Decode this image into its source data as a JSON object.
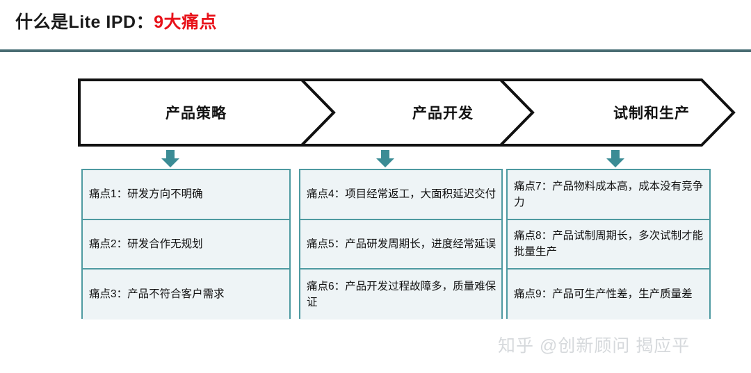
{
  "header": {
    "title_black": "什么是Lite IPD：",
    "title_red": "9大痛点",
    "rule_color": "#4a6d73"
  },
  "process": {
    "accent_color": "#111111",
    "stages": [
      {
        "label": "产品策略"
      },
      {
        "label": "产品开发"
      },
      {
        "label": "试制和生产"
      }
    ]
  },
  "arrows": {
    "color": "#3b8c95",
    "items": [
      {
        "name": "down-arrow-stage-1"
      },
      {
        "name": "down-arrow-stage-2"
      },
      {
        "name": "down-arrow-stage-3"
      }
    ]
  },
  "pain_points": {
    "border_color": "#4e9aa1",
    "fill_color": "#eef4f6",
    "columns": [
      {
        "stage": "产品策略",
        "items": [
          {
            "id": "痛点1",
            "text": "痛点1：研发方向不明确"
          },
          {
            "id": "痛点2",
            "text": "痛点2：研发合作无规划"
          },
          {
            "id": "痛点3",
            "text": "痛点3：产品不符合客户需求"
          }
        ]
      },
      {
        "stage": "产品开发",
        "items": [
          {
            "id": "痛点4",
            "text": "痛点4：项目经常返工，大面积延迟交付"
          },
          {
            "id": "痛点5",
            "text": "痛点5：产品研发周期长，进度经常延误"
          },
          {
            "id": "痛点6",
            "text": "痛点6：产品开发过程故障多，质量难保证"
          }
        ]
      },
      {
        "stage": "试制和生产",
        "items": [
          {
            "id": "痛点7",
            "text": "痛点7：产品物料成本高，成本没有竞争力"
          },
          {
            "id": "痛点8",
            "text": "痛点8：产品试制周期长，多次试制才能批量生产"
          },
          {
            "id": "痛点9",
            "text": "痛点9：产品可生产性差，生产质量差"
          }
        ]
      }
    ]
  },
  "watermark": {
    "text": "知乎 @创新顾问 揭应平"
  }
}
